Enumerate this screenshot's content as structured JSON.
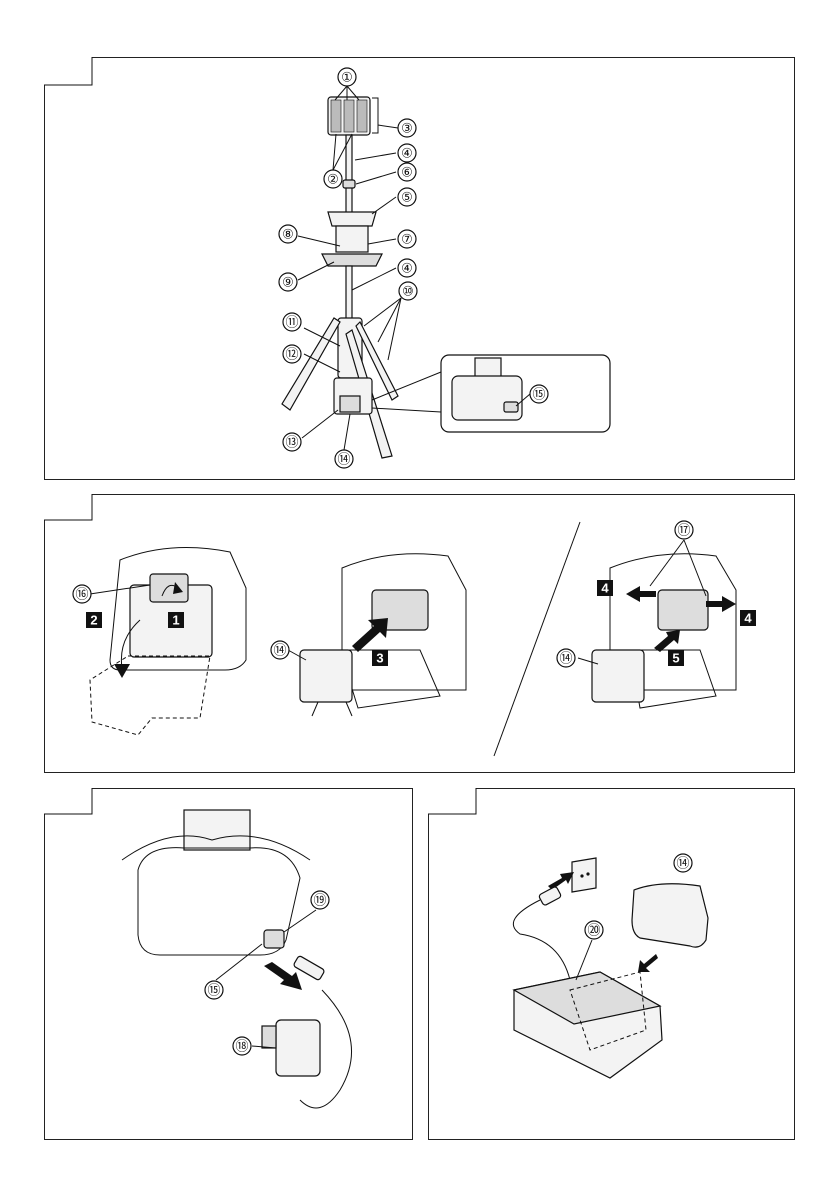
{
  "callouts": {
    "c1": "①",
    "c2": "②",
    "c3": "③",
    "c4": "④",
    "c5": "⑤",
    "c6": "⑥",
    "c7": "⑦",
    "c8": "⑧",
    "c9": "⑨",
    "c10": "⑩",
    "c11": "⑪",
    "c12": "⑫",
    "c13": "⑬",
    "c14": "⑭",
    "c15": "⑮",
    "c16": "⑯",
    "c17": "⑰",
    "c18": "⑱",
    "c19": "⑲",
    "c20": "⑳"
  },
  "steps": {
    "s1": "1",
    "s2": "2",
    "s3": "3",
    "s4": "4",
    "s5": "5"
  }
}
